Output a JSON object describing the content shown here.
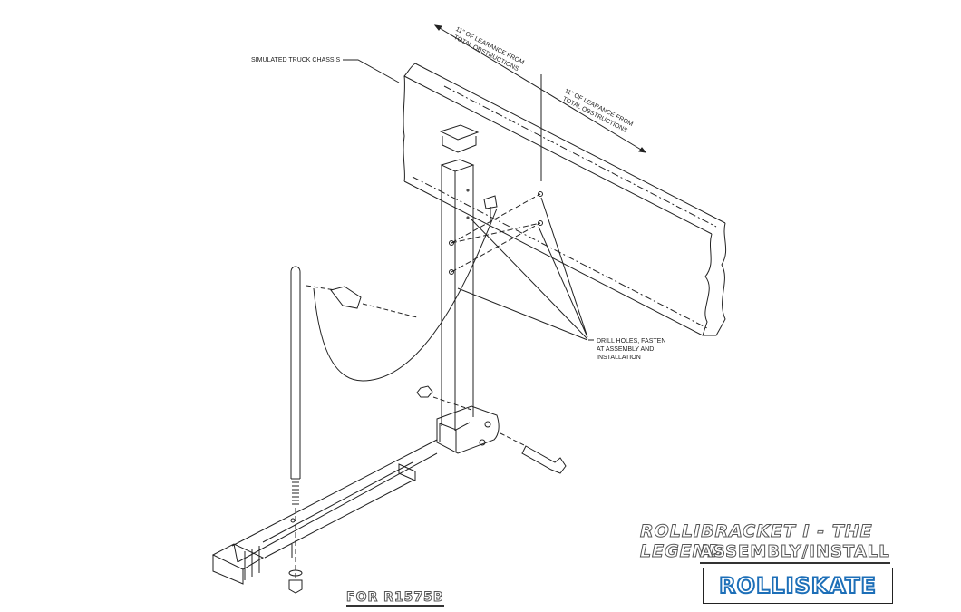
{
  "labels": {
    "chassis": "SIMULATED TRUCK CHASSIS",
    "clearance_1": [
      "11\" OF LEARANCE FROM",
      "TOTAL OBSTRUCTIONS"
    ],
    "clearance_2": [
      "11\" OF LEARANCE FROM",
      "TOTAL OBSTRUCTIONS"
    ],
    "drill": [
      "DRILL HOLES, FASTEN",
      "AT ASSEMBLY AND",
      "INSTALLATION"
    ]
  },
  "title": {
    "line1": "ROLLIBRACKET I - THE LEGEND",
    "line2": "ASSEMBLY/INSTALL",
    "for_model": "FOR R1575B"
  },
  "logo": {
    "text": "ROLLISKATE",
    "color": "#1d6fb8"
  }
}
